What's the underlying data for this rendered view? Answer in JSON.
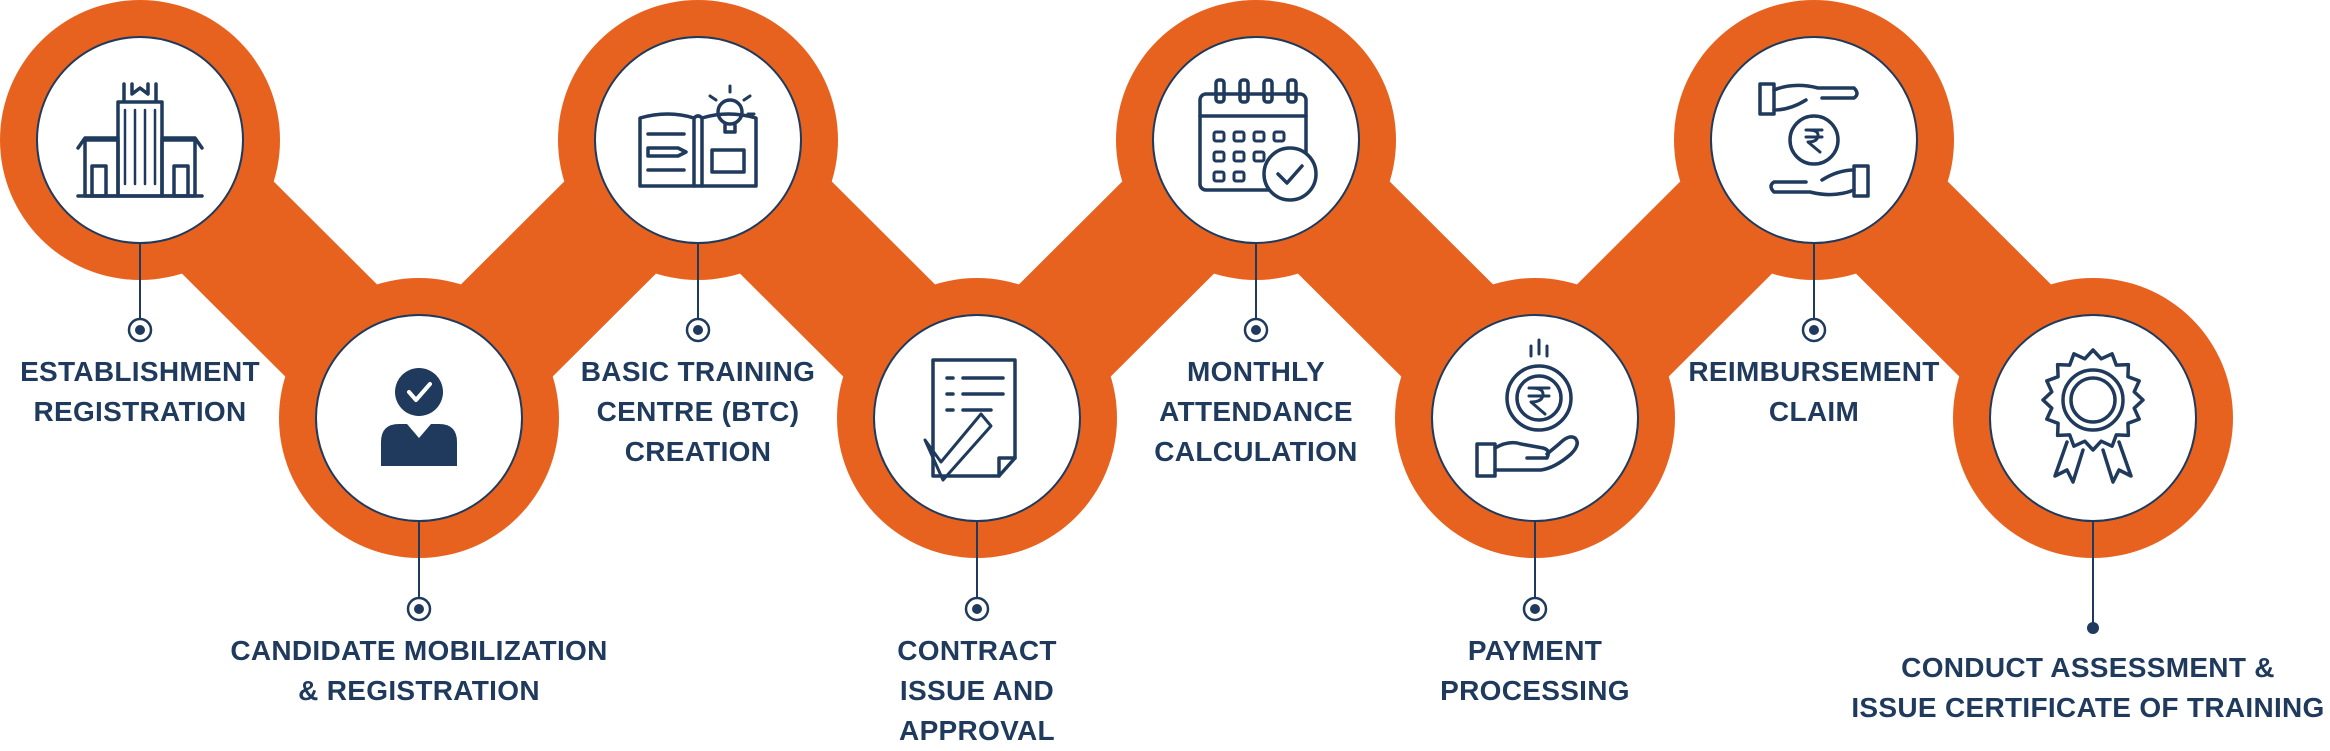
{
  "colors": {
    "accent": "#e8621f",
    "navy": "#1f3a5c",
    "ring": "#1f3a5c",
    "background": "#ffffff"
  },
  "steps": [
    {
      "icon": "building-icon",
      "lines": [
        "ESTABLISHMENT",
        "REGISTRATION"
      ]
    },
    {
      "icon": "verified-user-icon",
      "lines": [
        "CANDIDATE MOBILIZATION",
        "& REGISTRATION"
      ]
    },
    {
      "icon": "open-book-lightbulb-icon",
      "lines": [
        "BASIC TRAINING",
        "CENTRE (BTC)",
        "CREATION"
      ]
    },
    {
      "icon": "signed-contract-icon",
      "lines": [
        "CONTRACT",
        "ISSUE AND",
        "APPROVAL"
      ]
    },
    {
      "icon": "calendar-check-icon",
      "lines": [
        "MONTHLY",
        "ATTENDANCE",
        "CALCULATION"
      ]
    },
    {
      "icon": "rupee-coin-hand-icon",
      "lines": [
        "PAYMENT",
        "PROCESSING"
      ]
    },
    {
      "icon": "rupee-exchange-hands-icon",
      "lines": [
        "REIMBURSEMENT",
        "CLAIM"
      ]
    },
    {
      "icon": "award-rosette-icon",
      "lines": [
        "CONDUCT ASSESSMENT &",
        "ISSUE CERTIFICATE OF TRAINING"
      ]
    }
  ]
}
